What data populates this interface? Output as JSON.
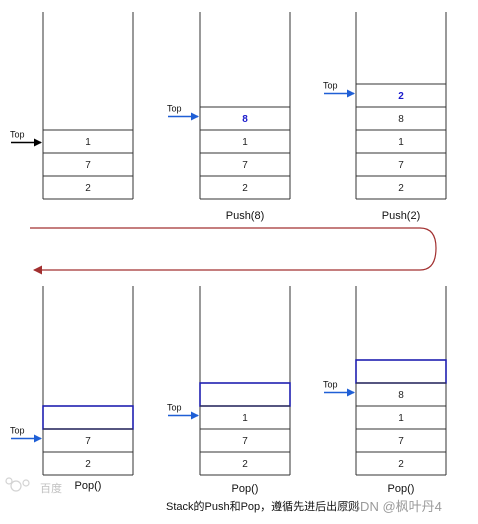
{
  "colors": {
    "stack_line": "#333333",
    "pointer_black": "#000000",
    "pointer_blue": "#1f5fd6",
    "highlight_box": "#2020b0",
    "flow_arrow": "#a23030",
    "text": "#222222"
  },
  "top_label": "Top",
  "stacks": [
    {
      "values": [
        "1",
        "7",
        "2"
      ],
      "top_style": "black",
      "caption": ""
    },
    {
      "values": [
        "8",
        "1",
        "7",
        "2"
      ],
      "top_style": "blue",
      "caption": "Push(8)"
    },
    {
      "values": [
        "2",
        "8",
        "1",
        "7",
        "2"
      ],
      "top_style": "blue",
      "caption": "Push(2)"
    },
    {
      "values": [
        "",
        "7",
        "2"
      ],
      "top_style": "blue",
      "caption": "Pop()"
    },
    {
      "values": [
        "",
        "1",
        "7",
        "2"
      ],
      "top_style": "blue",
      "caption": "Pop()"
    },
    {
      "values": [
        "",
        "8",
        "1",
        "7",
        "2"
      ],
      "top_style": "blue",
      "caption": "Pop()"
    }
  ],
  "footer": "Stack的Push和Pop，遵循先进后出原则",
  "watermark_right": "CSDN @枫叶丹4",
  "watermark_left": "百度"
}
